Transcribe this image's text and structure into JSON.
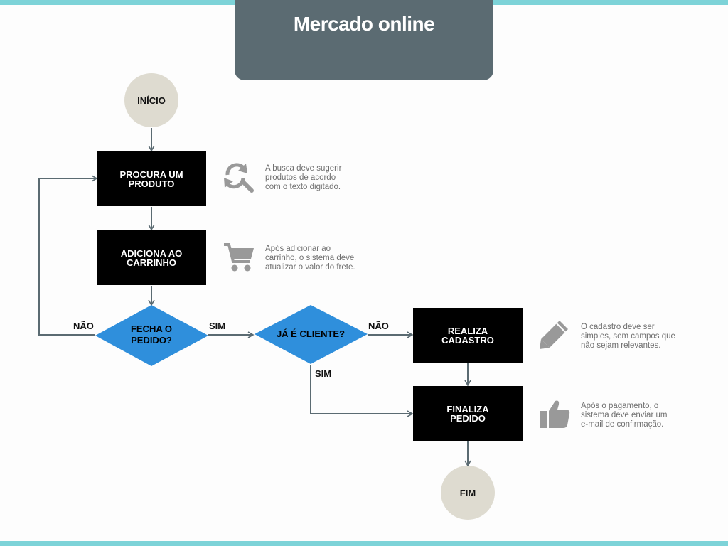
{
  "title": "Mercado online",
  "colors": {
    "title_bg": "#5b6b72",
    "stripe": "#7dd3d8",
    "terminal": "#dedbd0",
    "process": "#000000",
    "decision": "#2f8fdc",
    "connector": "#5b6b72",
    "note_text": "#6f6f6f",
    "icon": "#999999"
  },
  "nodes": {
    "start": "INÍCIO",
    "search_product": [
      "PROCURA UM",
      "PRODUTO"
    ],
    "add_to_cart": [
      "ADICIONA AO",
      "CARRINHO"
    ],
    "close_order": [
      "FECHA O",
      "PEDIDO?"
    ],
    "is_client": "JÁ É CLIENTE?",
    "register": [
      "REALIZA",
      "CADASTRO"
    ],
    "finalize": [
      "FINALIZA",
      "PEDIDO"
    ],
    "end": "FIM"
  },
  "edge_labels": {
    "close_no": "NÃO",
    "close_yes": "SIM",
    "client_no": "NÃO",
    "client_yes": "SIM"
  },
  "notes": {
    "search": {
      "icon": "search-refresh-icon",
      "lines": [
        "A busca deve sugerir",
        "produtos de acordo",
        "com o texto digitado."
      ]
    },
    "cart": {
      "icon": "cart-icon",
      "lines": [
        "Após adicionar ao",
        "carrinho, o sistema deve",
        "atualizar o valor do frete."
      ]
    },
    "register": {
      "icon": "pencil-icon",
      "lines": [
        "O cadastro deve ser",
        "simples, sem campos que",
        "não sejam relevantes."
      ]
    },
    "finalize": {
      "icon": "thumbs-up-icon",
      "lines": [
        "Após o pagamento, o",
        "sistema deve enviar um",
        "e-mail de confirmação."
      ]
    }
  }
}
